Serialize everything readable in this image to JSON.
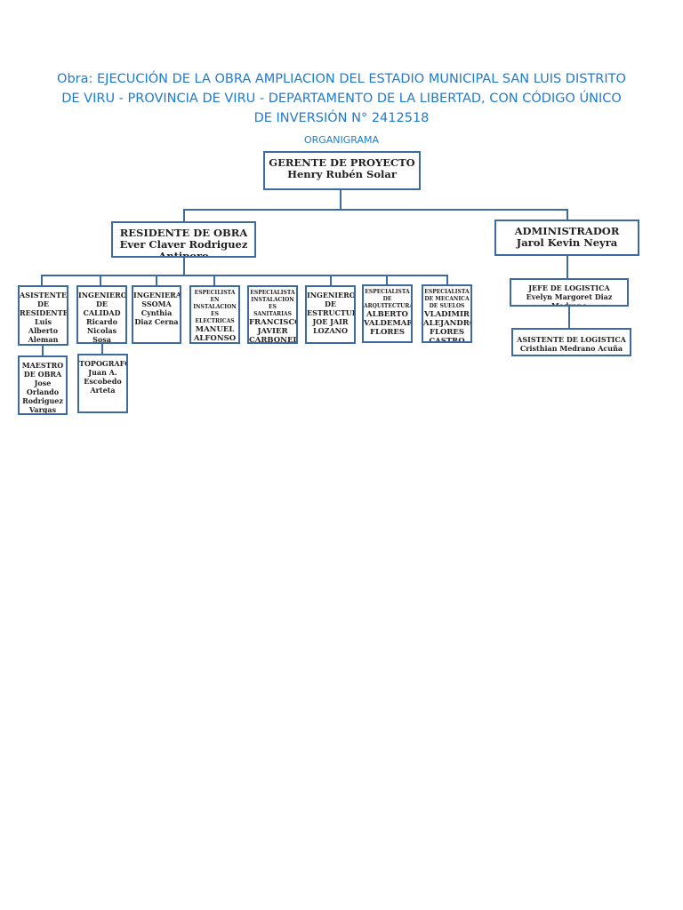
{
  "title": "Obra: EJECUCIÓN DE LA OBRA AMPLIACION DEL ESTADIO MUNICIPAL SAN LUIS DISTRITO DE VIRU - PROVINCIA DE VIRU - DEPARTAMENTO DE LA LIBERTAD, CON CÓDIGO ÚNICO DE INVERSIÓN N° 2412518",
  "subtitle": "ORGANIGRAMA",
  "gerente": {
    "role": "GERENTE DE PROYECTO",
    "name": "Henry Rubén Solar"
  },
  "residente": {
    "role": "RESIDENTE DE OBRA",
    "name": "Ever Claver Rodriguez Antiporo"
  },
  "administrador": {
    "role": "ADMINISTRADOR",
    "name": "Jarol Kevin Neyra"
  },
  "staff": [
    {
      "role": "ASISTENTE DE RESIDENTE",
      "name": "Luis Alberto Aleman Arca"
    },
    {
      "role": "INGENIERO DE CALIDAD",
      "name": "Ricardo Nicolas Sosa Durand"
    },
    {
      "role": "INGENIERA SSOMA",
      "name": "Cynthia Diaz Cerna"
    },
    {
      "role": "ESPECILISTA EN INSTALACION ES ELECTRICAS",
      "name": "MANUEL ALFONSO ASMAT"
    },
    {
      "role": "ESPECIALISTA INSTALACION ES SANITARIAS",
      "name": "FRANCISCO JAVIER CARBONELL TORRES"
    },
    {
      "role": "INGENIERO DE ESTRUCTURA",
      "name": "JOE JAIR LOZANO"
    },
    {
      "role": "ESPECIALISTA DE ARQUITECTURA",
      "name": "ALBERTO VALDEMAR FLORES"
    },
    {
      "role": "ESPECIALISTA DE MECANICA DE SUELOS",
      "name": "VLADIMIR ALEJANDRO FLORES CASTRO"
    }
  ],
  "maestro": {
    "role": "MAESTRO DE OBRA",
    "name": "Jose Orlando Rodriguez Vargas"
  },
  "topografo": {
    "role": "TOPOGRAFO",
    "name": "Juan A. Escobedo Arteta"
  },
  "jefe_logistica": {
    "role": "JEFE DE LOGISTICA",
    "name": "Evelyn Margoret Diaz Medrano"
  },
  "asistente_logistica": {
    "role": "ASISTENTE DE LOGISTICA",
    "name": "Cristhian Medrano Acuña"
  }
}
